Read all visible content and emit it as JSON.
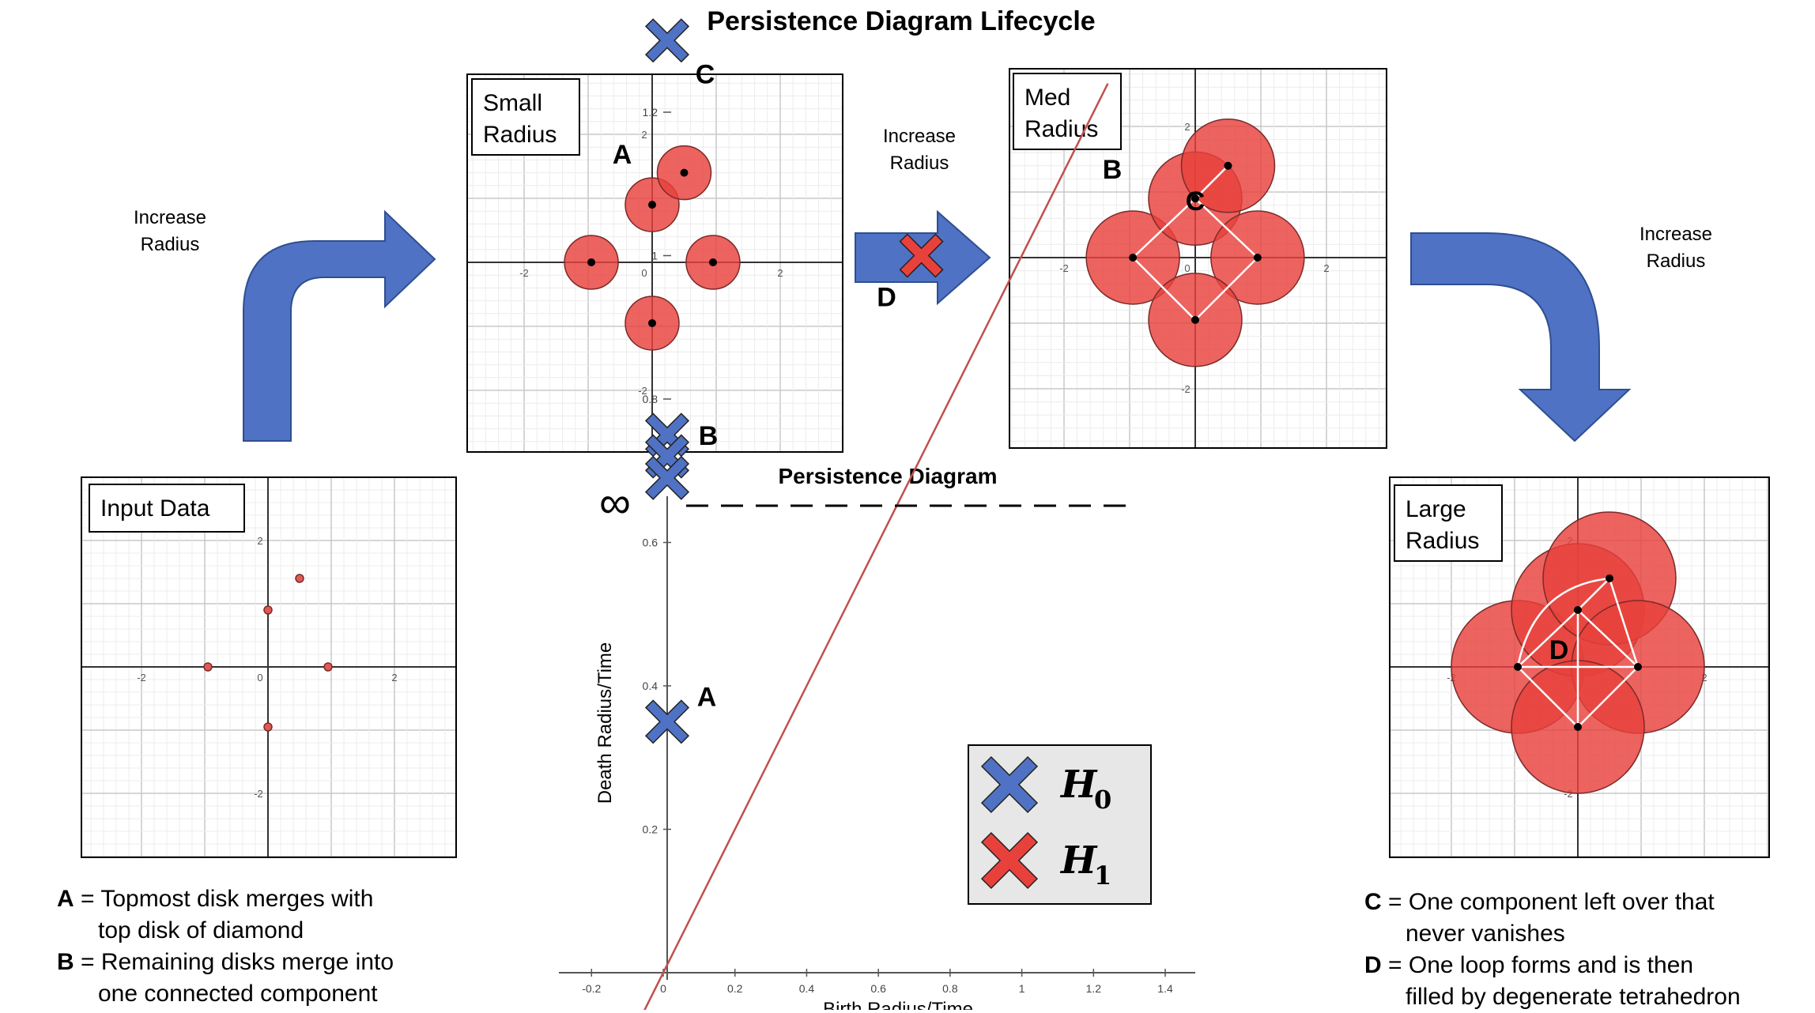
{
  "title": "Persistence Diagram Lifecycle",
  "arrow_label_line1": "Increase",
  "arrow_label_line2": "Radius",
  "panels": {
    "input": {
      "label": "Input Data"
    },
    "small": {
      "label_line1": "Small",
      "label_line2": "Radius",
      "marker": "A"
    },
    "med": {
      "label_line1": "Med",
      "label_line2": "Radius",
      "marker_b": "B",
      "marker_c": "C"
    },
    "large": {
      "label_line1": "Large",
      "label_line2": "Radius",
      "marker": "D"
    }
  },
  "axis_ticks": [
    "-2",
    "0",
    "2",
    "-2",
    "2"
  ],
  "points": [
    [
      -0.95,
      0
    ],
    [
      0,
      0.9
    ],
    [
      0.5,
      1.4
    ],
    [
      0.95,
      0
    ],
    [
      0,
      -0.95
    ]
  ],
  "colors": {
    "arrow": "#4f72c4",
    "disk": "#e8413c",
    "h0": "#4f72c4",
    "h1": "#e8413c",
    "diagonal": "#c0504d",
    "legend_bg": "#e7e7e7"
  },
  "persistence_diagram": {
    "title": "Persistence Diagram",
    "xlabel": "Birth Radius/Time",
    "ylabel": "Death Radius/Time",
    "infinity_label": "∞",
    "x_ticks": [
      "-0.2",
      "0",
      "0.2",
      "0.4",
      "0.6",
      "0.8",
      "1",
      "1.2",
      "1.4"
    ],
    "y_ticks": [
      "0.2",
      "0.4",
      "0.6",
      "0.8",
      "1",
      "1.2"
    ],
    "point_labels": {
      "A": "A",
      "B": "B",
      "C": "C",
      "D": "D"
    },
    "legend": [
      {
        "symbol": "H",
        "subscript": "0",
        "color": "#4f72c4"
      },
      {
        "symbol": "H",
        "subscript": "1",
        "color": "#e8413c"
      }
    ]
  },
  "chart_data": {
    "type": "scatter",
    "title": "Persistence Diagram",
    "xlabel": "Birth Radius/Time",
    "ylabel": "Death Radius/Time",
    "xlim": [
      -0.2,
      1.45
    ],
    "ylim": [
      0,
      1.3
    ],
    "series": [
      {
        "name": "H0",
        "points": [
          {
            "x": 0,
            "y": 0.35,
            "label": "A"
          },
          {
            "x": 0,
            "y": 0.75,
            "label": ""
          },
          {
            "x": 0,
            "y": 0.72,
            "label": ""
          },
          {
            "x": 0,
            "y": 0.69,
            "label": "B"
          },
          {
            "x": 0,
            "y": 1.3,
            "label": "C"
          }
        ]
      },
      {
        "name": "H1",
        "points": [
          {
            "x": 0.72,
            "y": 1.0,
            "label": "D"
          }
        ]
      }
    ],
    "diagonal": "y = x"
  },
  "captions": {
    "a_key": "A",
    "a_line1": " = Topmost disk merges with",
    "a_line2": "top disk of diamond",
    "b_key": "B",
    "b_line1": " = Remaining disks merge into",
    "b_line2": "one connected component",
    "c_key": "C",
    "c_line1": " = One component left over that",
    "c_line2": "never vanishes",
    "d_key": "D",
    "d_line1": " = One loop forms and is then",
    "d_line2": "filled by degenerate tetrahedron"
  }
}
